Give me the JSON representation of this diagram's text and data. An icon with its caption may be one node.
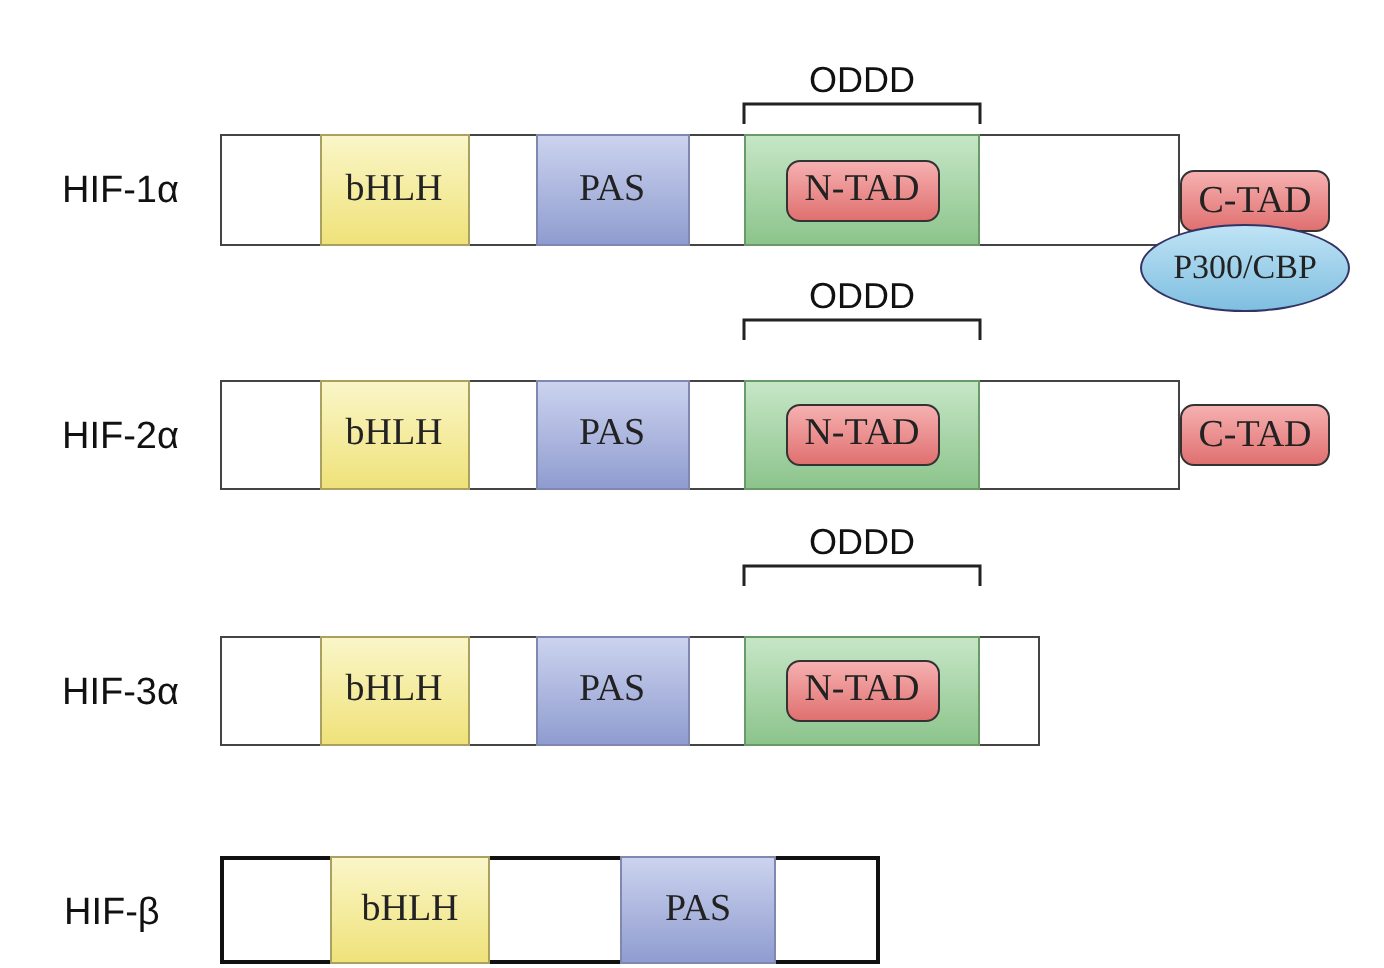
{
  "diagram": {
    "nodes": [
      {
        "text": [
          "HIF-1α"
        ]
      },
      {
        "text": [
          "bHLH"
        ],
        "in": 0
      },
      {
        "text": [
          "PAS"
        ],
        "in": 0
      },
      {
        "text": [],
        "shape": "box",
        "in": 0
      },
      {
        "text": [
          "N-TAD"
        ],
        "in": 3
      },
      {
        "text": [
          "C-TAD"
        ]
      },
      {
        "text": [
          "P300/CBP"
        ]
      },
      {
        "text": [
          "HIF-2α"
        ]
      },
      {
        "text": [
          "bHLH"
        ],
        "in": 7
      },
      {
        "text": [
          "PAS"
        ],
        "in": 7
      },
      {
        "text": [],
        "shape": "box",
        "in": 7
      },
      {
        "text": [
          "N-TAD"
        ],
        "in": 10
      },
      {
        "text": [
          "C-TAD"
        ]
      },
      {
        "text": [
          "HIF-3α"
        ]
      },
      {
        "text": [
          "bHLH"
        ],
        "in": 13
      },
      {
        "text": [
          "PAS"
        ],
        "in": 13
      },
      {
        "text": [],
        "shape": "box",
        "in": 13
      },
      {
        "text": [
          "N-TAD"
        ],
        "in": 16
      },
      {
        "text": [
          "HIF-β"
        ]
      },
      {
        "text": [
          "bHLH"
        ],
        "in": 18
      },
      {
        "text": [
          "PAS"
        ],
        "in": 18
      }
    ],
    "edges": [],
    "labels": [
      "ODDD",
      "ODDD",
      "ODDD"
    ]
  }
}
